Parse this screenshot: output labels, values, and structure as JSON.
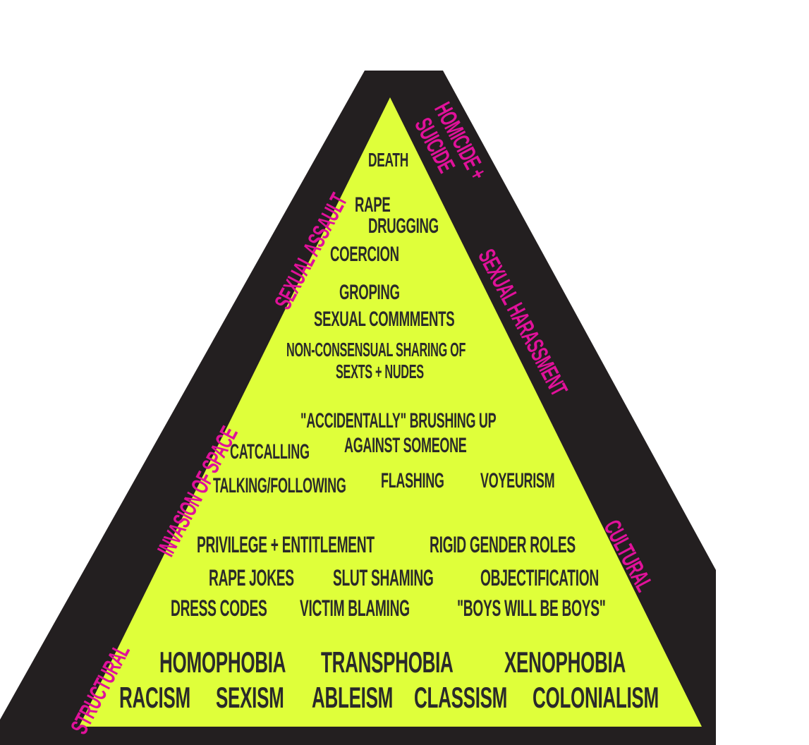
{
  "colors": {
    "border": "#231f20",
    "fill": "#dfff3a",
    "text": "#2a2a2a",
    "accent": "#e0119a"
  },
  "side_labels": {
    "sexual_assault": "SEXUAL ASSAULT",
    "homicide_suicide_line1": "HOMICIDE +",
    "homicide_suicide_line2": "SUICIDE",
    "sexual_harassment": "SEXUAL HARASSMENT",
    "invasion_of_space": "INVASION OF SPACE",
    "cultural": "CULTURAL",
    "structural": "STRUCTURAL"
  },
  "tiers": {
    "top": {
      "death": "DEATH",
      "rape": "RAPE",
      "drugging": "DRUGGING",
      "coercion": "COERCION"
    },
    "harassment": {
      "groping": "GROPING",
      "sexual_comments": "SEXUAL COMMMENTS",
      "sharing_line1": "NON-CONSENSUAL SHARING OF",
      "sharing_line2": "SEXTS + NUDES"
    },
    "space": {
      "brushing_line1": "\"ACCIDENTALLY\" BRUSHING UP",
      "brushing_line2": "AGAINST SOMEONE",
      "catcalling": "CATCALLING",
      "talking_following": "TALKING/FOLLOWING",
      "flashing": "FLASHING",
      "voyeurism": "VOYEURISM"
    },
    "cultural": {
      "privilege": "PRIVILEGE + ENTITLEMENT",
      "gender_roles": "RIGID GENDER ROLES",
      "rape_jokes": "RAPE JOKES",
      "slut_shaming": "SLUT SHAMING",
      "objectification": "OBJECTIFICATION",
      "dress_codes": "DRESS CODES",
      "victim_blaming": "VICTIM BLAMING",
      "boys": "\"BOYS WILL BE BOYS\""
    },
    "structural": {
      "homophobia": "HOMOPHOBIA",
      "transphobia": "TRANSPHOBIA",
      "xenophobia": "XENOPHOBIA",
      "racism": "RACISM",
      "sexism": "SEXISM",
      "ableism": "ABLEISM",
      "classism": "CLASSISM",
      "colonialism": "COLONIALISM"
    }
  }
}
